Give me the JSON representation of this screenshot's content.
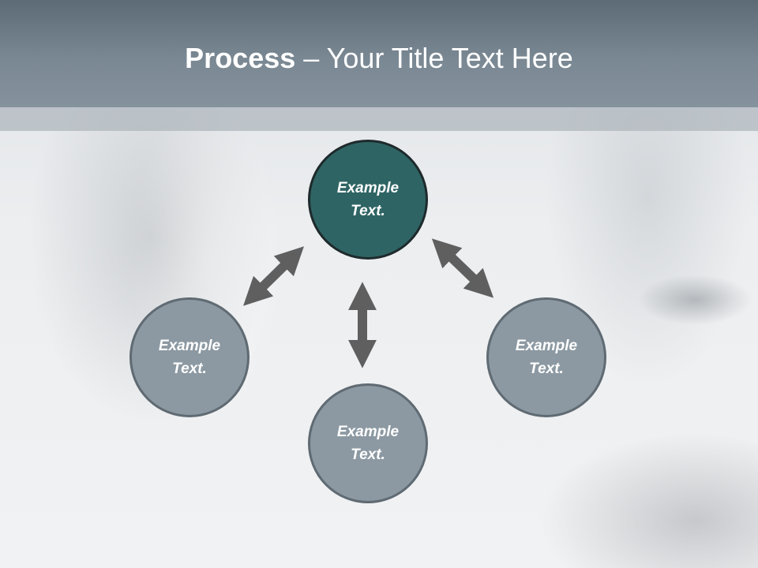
{
  "slide": {
    "title_bold": "Process",
    "title_rest": " – Your Title Text Here"
  },
  "nodes": {
    "top": {
      "line1": "Example",
      "line2": "Text."
    },
    "left": {
      "line1": "Example",
      "line2": "Text."
    },
    "bottom": {
      "line1": "Example",
      "line2": "Text."
    },
    "right": {
      "line1": "Example",
      "line2": "Text."
    }
  },
  "colors": {
    "header": "#7a8893",
    "node_gray": "#8c99a2",
    "node_highlight": "#2f6464",
    "arrow": "#5f5f5f"
  }
}
